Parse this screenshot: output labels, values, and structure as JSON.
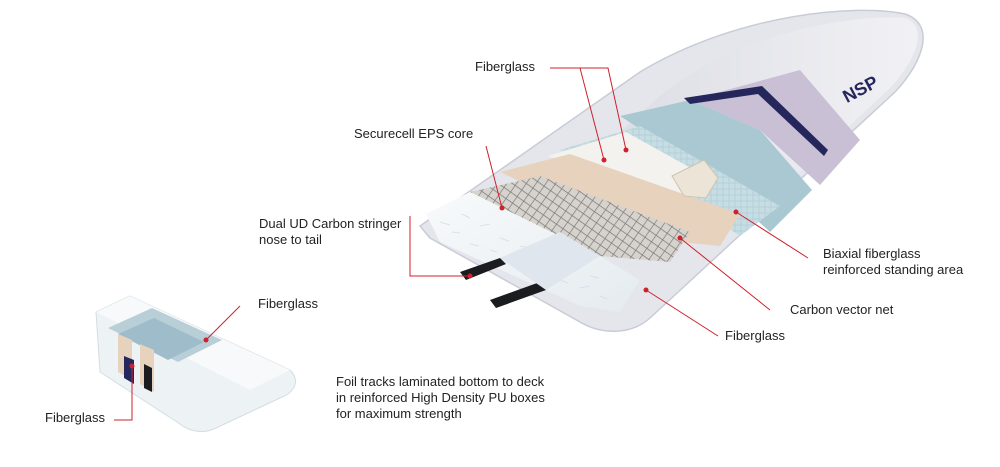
{
  "brand": "NSP",
  "colors": {
    "leader": "#d0202b",
    "deck": "#e9eaef",
    "panel_blue": "#aac8d2",
    "panel_lilac": "#c9c0d6",
    "navy": "#25275c",
    "foam": "#f3f6f8",
    "cork": "#e6d2bd",
    "carbon": "#1b1c20"
  },
  "labels": {
    "fiberglass_top": "Fiberglass",
    "securecell": "Securecell EPS core",
    "dual_ud": "Dual UD Carbon stringer\nnose to tail",
    "biaxial": "Biaxial fiberglass\nreinforced standing area",
    "carbon_net": "Carbon vector net",
    "fiberglass_bottom": "Fiberglass",
    "inset_fiberglass_top": "Fiberglass",
    "inset_fiberglass_bottom": "Fiberglass"
  },
  "note": "Foil tracks laminated bottom to deck\nin reinforced High Density  PU boxes\nfor maximum strength"
}
